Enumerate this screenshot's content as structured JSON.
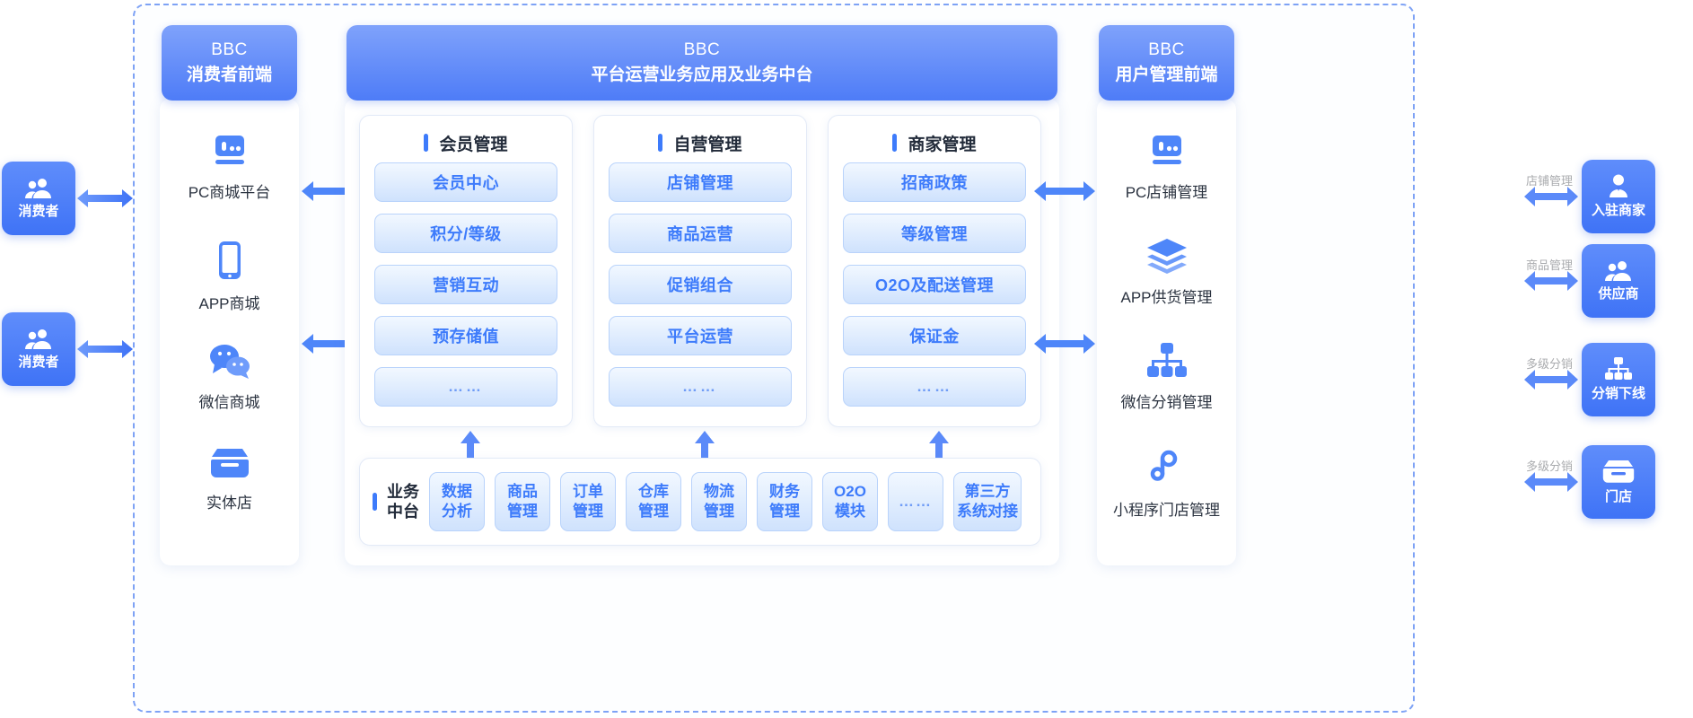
{
  "left_actors": [
    {
      "name": "消费者",
      "icon": "users-icon"
    },
    {
      "name": "消费者",
      "icon": "users-icon"
    }
  ],
  "left_panel": {
    "header": {
      "line1": "BBC",
      "line2": "消费者前端"
    },
    "items": [
      {
        "label": "PC商城平台",
        "icon": "desktop-icon"
      },
      {
        "label": "APP商城",
        "icon": "phone-icon"
      },
      {
        "label": "微信商城",
        "icon": "wechat-icon"
      },
      {
        "label": "实体店",
        "icon": "store-icon"
      }
    ]
  },
  "center_panel": {
    "header": {
      "line1": "BBC",
      "line2": "平台运营业务应用及业务中台"
    },
    "groups": [
      {
        "title": "会员管理",
        "items": [
          "会员中心",
          "积分/等级",
          "营销互动",
          "预存储值",
          "……"
        ]
      },
      {
        "title": "自营管理",
        "items": [
          "店铺管理",
          "商品运营",
          "促销组合",
          "平台运营",
          "……"
        ]
      },
      {
        "title": "商家管理",
        "items": [
          "招商政策",
          "等级管理",
          "O2O及配送管理",
          "保证金",
          "……"
        ]
      }
    ],
    "middle_platform": {
      "title_line1": "业务",
      "title_line2": "中台",
      "cells": [
        {
          "l1": "数据",
          "l2": "分析"
        },
        {
          "l1": "商品",
          "l2": "管理"
        },
        {
          "l1": "订单",
          "l2": "管理"
        },
        {
          "l1": "仓库",
          "l2": "管理"
        },
        {
          "l1": "物流",
          "l2": "管理"
        },
        {
          "l1": "财务",
          "l2": "管理"
        },
        {
          "l1": "O2O",
          "l2": "模块"
        },
        {
          "l1": "……",
          "l2": ""
        },
        {
          "l1": "第三方",
          "l2": "系统对接"
        }
      ]
    }
  },
  "right_panel": {
    "header": {
      "line1": "BBC",
      "line2": "用户管理前端"
    },
    "items": [
      {
        "label": "PC店铺管理",
        "icon": "desktop-icon"
      },
      {
        "label": "APP供货管理",
        "icon": "layers-icon"
      },
      {
        "label": "微信分销管理",
        "icon": "sitemap-icon"
      },
      {
        "label": "小程序门店管理",
        "icon": "link-icon"
      }
    ]
  },
  "right_actors": [
    {
      "name": "入驻商家",
      "icon": "merchant-icon",
      "edge_label": "店铺管理"
    },
    {
      "name": "供应商",
      "icon": "users-icon",
      "edge_label": "商品管理"
    },
    {
      "name": "分销下线",
      "icon": "sitemap-icon",
      "edge_label": "多级分销"
    },
    {
      "name": "门店",
      "icon": "store-icon",
      "edge_label": "多级分销"
    }
  ],
  "colors": {
    "accent": "#3d7bfb",
    "header_gradient_from": "#7fa2fb",
    "header_gradient_to": "#4e7cf7",
    "chip_border": "#b9d3fb",
    "chip_from": "#f2f8ff",
    "chip_to": "#cfe2fd",
    "dashed_border": "#7ea2f5",
    "edge_label_text": "#8d8f93"
  }
}
